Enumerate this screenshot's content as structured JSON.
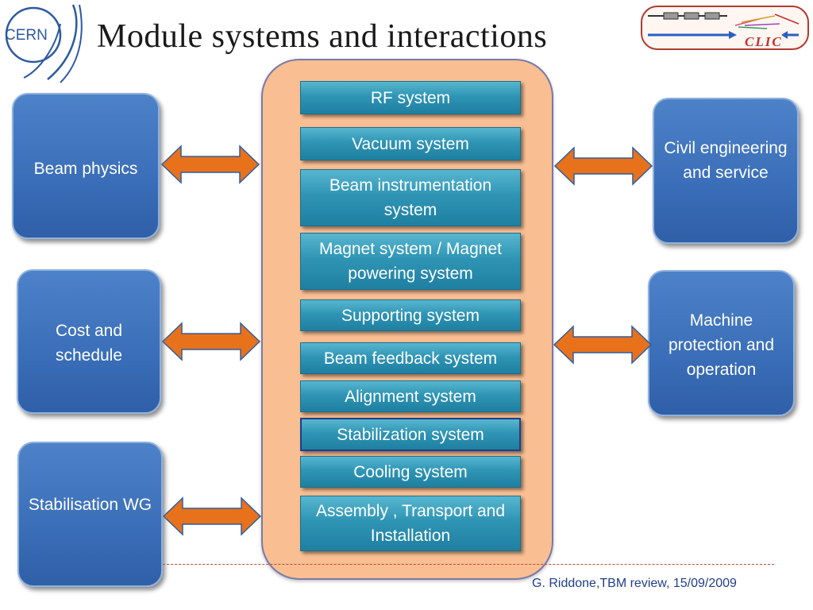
{
  "header": {
    "title": "Module systems and interactions",
    "cern_logo_text": "CERN",
    "clic_logo_text": "CLIC"
  },
  "systems": [
    {
      "label": "RF system"
    },
    {
      "label": "Vacuum system"
    },
    {
      "label": "Beam instrumentation system"
    },
    {
      "label": "Magnet system / Magnet powering system"
    },
    {
      "label": "Supporting system"
    },
    {
      "label": "Beam feedback system"
    },
    {
      "label": "Alignment system"
    },
    {
      "label": "Stabilization system"
    },
    {
      "label": "Cooling system"
    },
    {
      "label": "Assembly , Transport and Installation"
    }
  ],
  "left_boxes": [
    {
      "label": "Beam physics"
    },
    {
      "label": "Cost and schedule"
    },
    {
      "label": "Stabilisation WG"
    }
  ],
  "right_boxes": [
    {
      "label": "Civil engineering and service"
    },
    {
      "label": "Machine protection and operation"
    }
  ],
  "footer": {
    "credit": "G. Riddone,TBM review, 15/09/2009"
  },
  "colors": {
    "panel_fill": "#f9be92",
    "system_box": "#2f95b5",
    "side_box": "#3a6eb8",
    "arrow": "#e8711c"
  }
}
